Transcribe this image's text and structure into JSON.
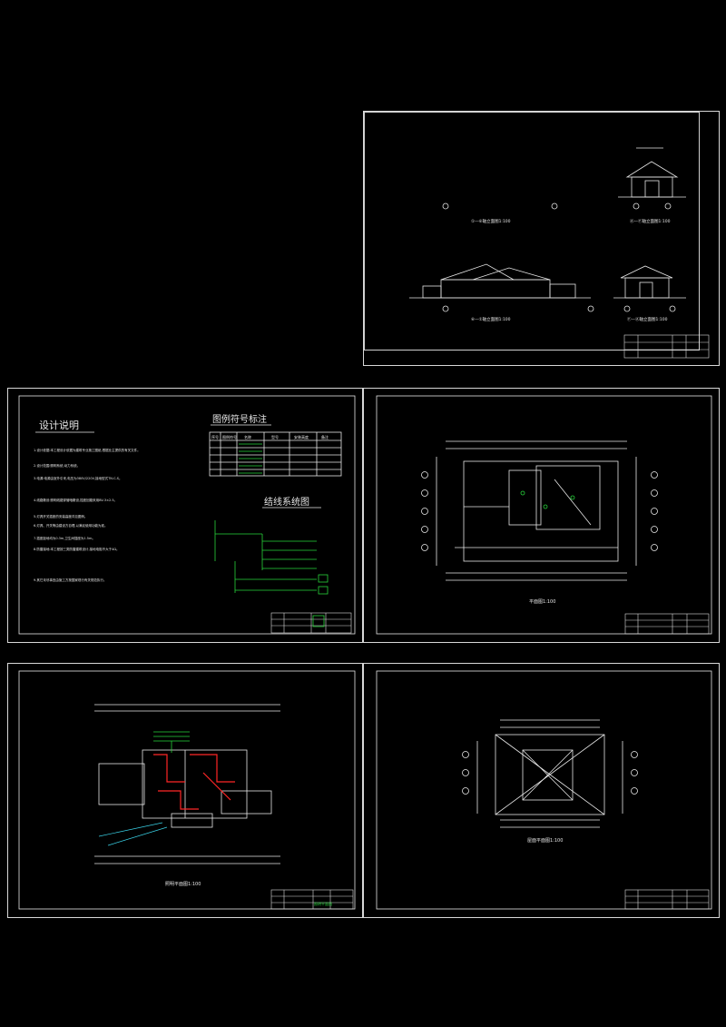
{
  "elevations_sheet": {
    "labels": [
      "①—⑥轴立面图1:100",
      "Ⓐ—Ⓕ轴立面图1:100",
      "⑥—①轴立面图1:100",
      "Ⓕ—Ⓐ轴立面图1:100"
    ]
  },
  "notes_sheet": {
    "design_title": "设计说明",
    "legend_title": "图例符号标注",
    "system_title": "结线系统图",
    "notes": [
      "1.设计依据:本工程设计依据为建筑专业施工图纸,根据业主提供的有关文件。",
      "2.设计范围:照明系统,动力系统。",
      "3.电源:电源由室外引来,电压为380V/220V,接地型式TN-C-S。",
      "4.线路敷设:照明线路穿管暗敷设,插座回路采用BV-3×2.5。",
      "5.灯具开关插座的安装高度详见图例。",
      "6.灯具、开关等由建设方自理,以满足使用功能为准。",
      "7.插座距地均为0.3m,卫生间插座为1.5m。",
      "8.防雷接地:本工程按三类防雷建筑设计,接地电阻不大于4Ω。",
      "9.其它未尽事宜由施工方按国家现行有关规范执行。"
    ],
    "legend_headers": [
      "序号",
      "图例符号",
      "名称",
      "型号",
      "安装高度",
      "备注"
    ]
  },
  "floor_plan_sheet": {
    "title": "平面图1:100"
  },
  "lighting_plan_sheet": {
    "title": "照明平面图1:100",
    "tag": "照明平面图"
  },
  "roof_plan_sheet": {
    "title": "屋面平面图1:100"
  }
}
